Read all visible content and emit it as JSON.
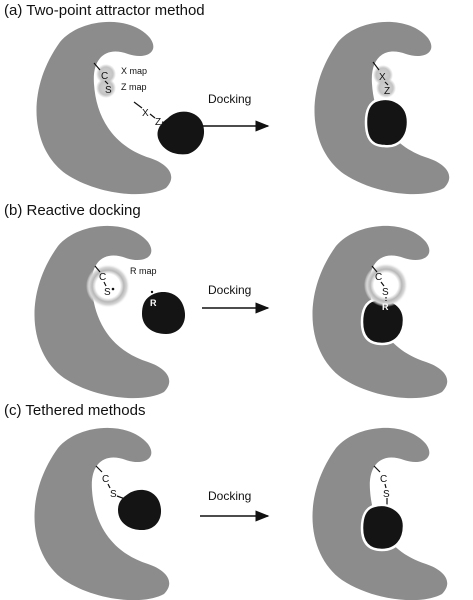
{
  "panels": {
    "a": {
      "title": "(a) Two-point attractor method",
      "arrow_label": "Docking",
      "atoms": {
        "c": "C",
        "s": "S",
        "x": "X",
        "z": "Z"
      },
      "maps": {
        "x": "X  map",
        "z": "Z  map"
      }
    },
    "b": {
      "title": "(b) Reactive docking",
      "arrow_label": "Docking",
      "atoms": {
        "c": "C",
        "s": "S",
        "r": "R"
      },
      "maps": {
        "r": "R map"
      }
    },
    "c": {
      "title": "(c) Tethered methods",
      "arrow_label": "Docking",
      "atoms": {
        "c": "C",
        "s": "S"
      }
    }
  },
  "colors": {
    "protein": "#8c8c8c",
    "ligand": "#141414",
    "map_halo": "#c8c8c8",
    "arrow": "#111111"
  }
}
